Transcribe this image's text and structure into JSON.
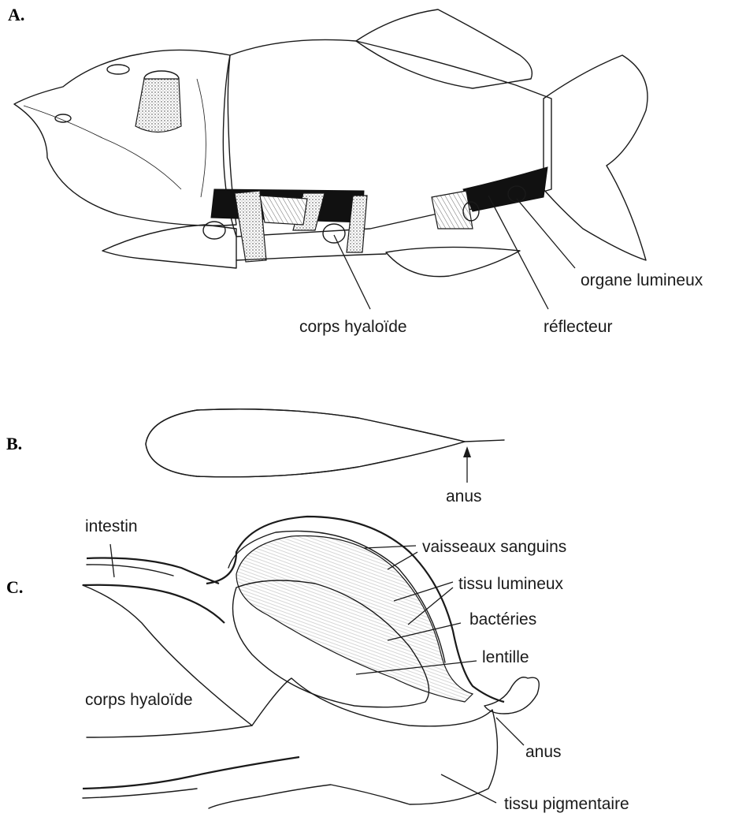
{
  "panels": {
    "a": {
      "letter": "A.",
      "labels": {
        "organe_lumineux": "organe lumineux",
        "corps_hyaloide": "corps hyaloïde",
        "reflecteur": "réflecteur"
      }
    },
    "b": {
      "letter": "B.",
      "labels": {
        "anus": "anus"
      }
    },
    "c": {
      "letter": "C.",
      "labels": {
        "intestin": "intestin",
        "vaisseaux_sanguins": "vaisseaux sanguins",
        "tissu_lumineux": "tissu lumineux",
        "bacteries": "bactéries",
        "lentille": "lentille",
        "corps_hyaloide": "corps hyaloïde",
        "anus": "anus",
        "tissu_pigmentaire": "tissu pigmentaire"
      }
    }
  }
}
